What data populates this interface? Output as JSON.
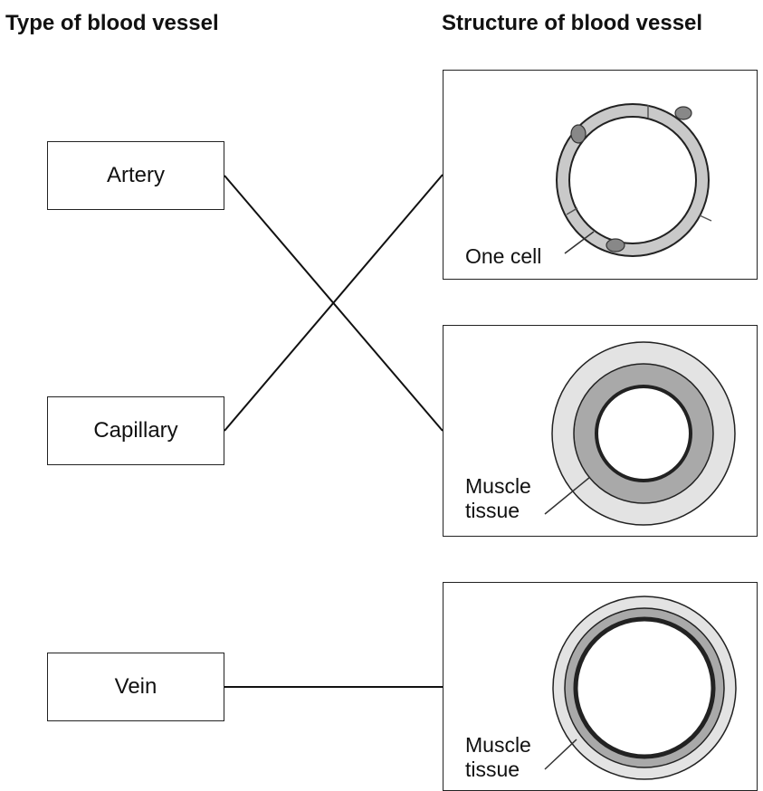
{
  "headings": {
    "left": "Type of blood vessel",
    "right": "Structure of blood vessel"
  },
  "vessel_types": [
    "Artery",
    "Capillary",
    "Vein"
  ],
  "structures": {
    "capillary_like": {
      "label": "One cell"
    },
    "artery_like": {
      "label_line1": "Muscle",
      "label_line2": "tissue"
    },
    "vein_like": {
      "label_line1": "Muscle",
      "label_line2": "tissue"
    }
  },
  "connections": [
    {
      "from": "Artery",
      "to": "structure 2"
    },
    {
      "from": "Capillary",
      "to": "structure 1"
    },
    {
      "from": "Vein",
      "to": "structure 3"
    }
  ],
  "colors": {
    "line": "#111111",
    "light_gray": "#d9d9d9",
    "mid_gray": "#bdbdbd",
    "dark_gray": "#8f8f8f"
  }
}
